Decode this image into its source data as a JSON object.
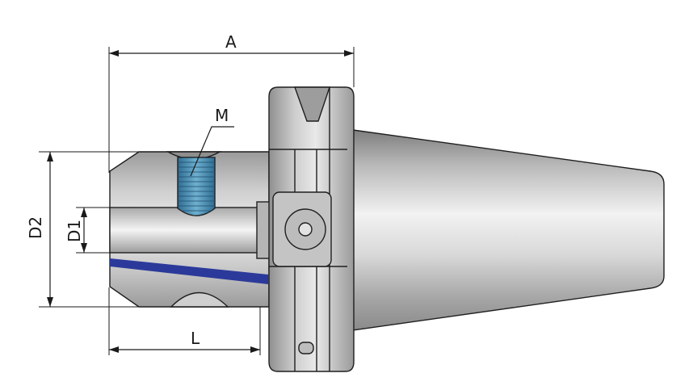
{
  "labels": {
    "A": "A",
    "M": "M",
    "D2": "D2",
    "D1": "D1",
    "L": "L"
  },
  "colors": {
    "metal_dark": "#8a8a8a",
    "metal_mid": "#bdbdbd",
    "metal_light": "#ececec",
    "thread_blue": "#3f7fa6",
    "coolant_blue": "#2b3a9a",
    "line": "#1a1a1a"
  }
}
